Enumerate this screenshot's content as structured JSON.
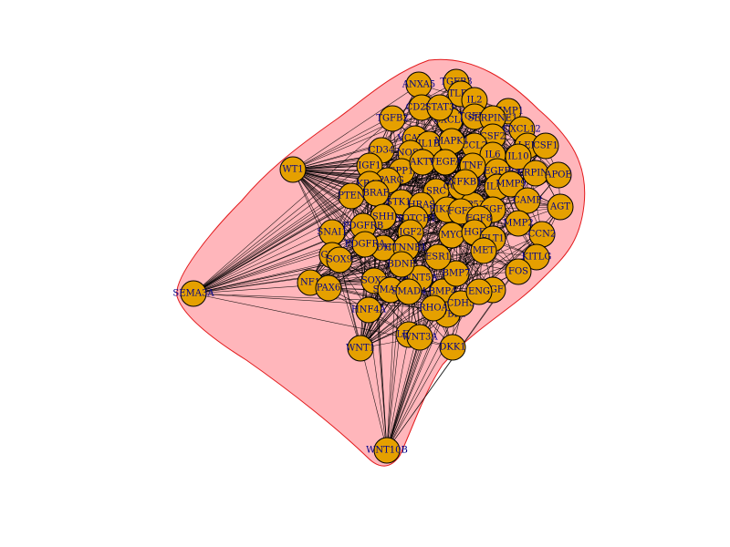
{
  "colors": {
    "node_fill": "#e5a000",
    "node_stroke": "#000000",
    "label_color": "#00008b",
    "hull_fill": "#ffb6bb",
    "hull_stroke": "#e31a1c",
    "edge_color": "#000000"
  },
  "nodes": [
    "ANXA5",
    "TGFB3",
    "TLR4",
    "IL2",
    "CD274",
    "TGFB2",
    "CXCL8",
    "TIMP1",
    "TGFB1",
    "STAT3",
    "SERPINE1",
    "CXCL12",
    "CSF2",
    "CCL2",
    "LEP",
    "VCAM1",
    "CSF1",
    "CD34",
    "IL1B",
    "MAPK1",
    "NOS2",
    "IL6",
    "IL10",
    "SPP1",
    "WT1",
    "IGF1",
    "AKT1",
    "VEGFA",
    "TNF",
    "EGFR",
    "SERPINF1",
    "PPARG",
    "KRAS",
    "APOE",
    "PTEN",
    "BRAF",
    "SRC",
    "CCND1",
    "IL1A",
    "MMP9",
    "CAMP",
    "MMP2",
    "AGT",
    "STK11",
    "HRAS",
    "NOTCH1",
    "SHH",
    "PIK3CA",
    "TP53",
    "EGF",
    "FGF2",
    "FGF8",
    "CCN2",
    "SNAI1",
    "PDGFRB",
    "MYC",
    "HGF",
    "FLT1",
    "IGF2",
    "KITLG",
    "GLI1",
    "SOX9",
    "CDH1",
    "CTNNB1",
    "WNT5A",
    "PDGFRA",
    "MET",
    "FOS",
    "SEMA3A",
    "NF1",
    "PAX6",
    "SOX2",
    "SMAD2",
    "SMAD4",
    "BMP4",
    "BMP7",
    "TGFBR1",
    "NGF",
    "HNF4A",
    "RHOA",
    "CDH5",
    "ENG",
    "WNT1",
    "LEF1",
    "WNT3A",
    "DKK1",
    "WNT10B",
    "BDNF",
    "ESR1",
    "NFKB1"
  ]
}
